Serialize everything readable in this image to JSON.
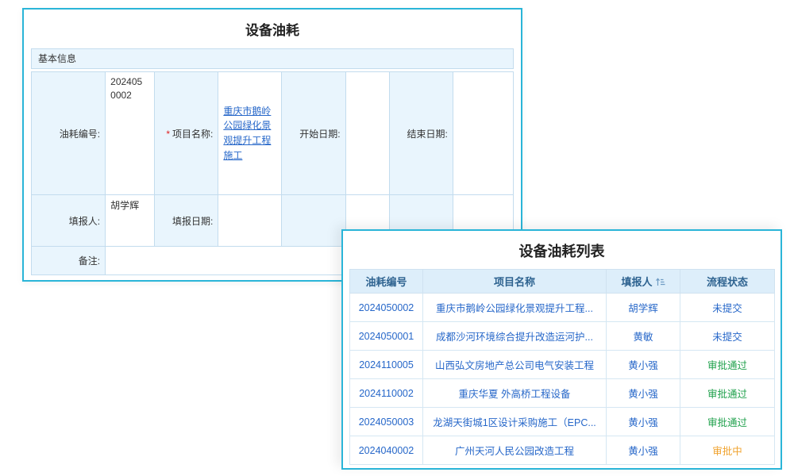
{
  "form": {
    "title": "设备油耗",
    "section": "基本信息",
    "fields": {
      "required_mark": "*",
      "fuel_no_label": "油耗编号:",
      "fuel_no_value": "2024050002",
      "project_label": "项目名称:",
      "project_value": "重庆市鹅岭公园绿化景观提升工程施工",
      "start_date_label": "开始日期:",
      "start_date_value": "",
      "end_date_label": "结束日期:",
      "end_date_value": "",
      "filler_label": "填报人:",
      "filler_value": "胡学辉",
      "fill_date_label": "填报日期:",
      "fill_date_value": "",
      "remark_label": "备注:",
      "remark_value": ""
    }
  },
  "list": {
    "title": "设备油耗列表",
    "columns": [
      "油耗编号",
      "项目名称",
      "填报人",
      "流程状态"
    ],
    "sort_icon": "sort-ascending-icon",
    "rows": [
      {
        "no": "2024050002",
        "project": "重庆市鹅岭公园绿化景观提升工程...",
        "filler": "胡学辉",
        "status": "未提交",
        "status_color": "#2667c9"
      },
      {
        "no": "2024050001",
        "project": "成都沙河环境综合提升改造运河护...",
        "filler": "黄敏",
        "status": "未提交",
        "status_color": "#2667c9"
      },
      {
        "no": "2024110005",
        "project": "山西弘文房地产总公司电气安装工程",
        "filler": "黄小强",
        "status": "审批通过",
        "status_color": "#21a14d"
      },
      {
        "no": "2024110002",
        "project": "重庆华夏 外高桥工程设备",
        "filler": "黄小强",
        "status": "审批通过",
        "status_color": "#21a14d"
      },
      {
        "no": "2024050003",
        "project": "龙湖天街城1区设计采购施工（EPC...",
        "filler": "黄小强",
        "status": "审批通过",
        "status_color": "#21a14d"
      },
      {
        "no": "2024040002",
        "project": "广州天河人民公园改造工程",
        "filler": "黄小强",
        "status": "审批中",
        "status_color": "#f0a32f"
      }
    ]
  },
  "colors": {
    "panel_border": "#2ab5d8",
    "label_cell_bg": "#e9f5fd",
    "cell_border": "#c3dcee",
    "list_header_bg": "#ddeefa",
    "list_header_text": "#2e6390",
    "link": "#2667c9",
    "required_mark": "#e02020",
    "status_unsubmitted": "#2667c9",
    "status_approved": "#21a14d",
    "status_in_review": "#f0a32f"
  }
}
